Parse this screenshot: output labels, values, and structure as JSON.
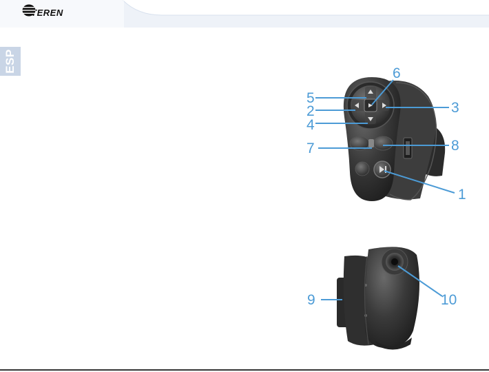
{
  "header": {
    "brand": "STEREN",
    "band_color": "#e9eef6",
    "logo_icon": "steren-stripes-icon"
  },
  "language_tab": {
    "label": "ESP",
    "color": "#c9d5e6"
  },
  "accent_color": "#4c9bd6",
  "figure_top": {
    "callouts": [
      "1",
      "2",
      "3",
      "4",
      "5",
      "6",
      "7",
      "8"
    ]
  },
  "figure_bottom": {
    "callouts": [
      "9",
      "10"
    ]
  }
}
